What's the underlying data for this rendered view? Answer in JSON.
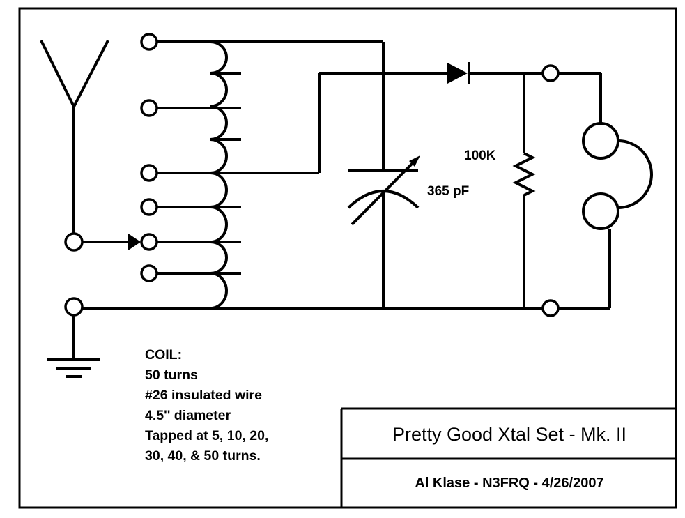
{
  "labels": {
    "resistor_value": "100K",
    "capacitor_value": "365 pF"
  },
  "coil_notes": {
    "lines": [
      "COIL:",
      "50 turns",
      "#26 insulated wire",
      "4.5'' diameter",
      "Tapped at 5, 10, 20,",
      "30, 40, & 50 turns."
    ]
  },
  "title_block": {
    "title": "Pretty Good Xtal Set - Mk. II",
    "author": "Al Klase - N3FRQ - 4/26/2007"
  },
  "colors": {
    "ink": "#000000",
    "background": "#ffffff"
  }
}
